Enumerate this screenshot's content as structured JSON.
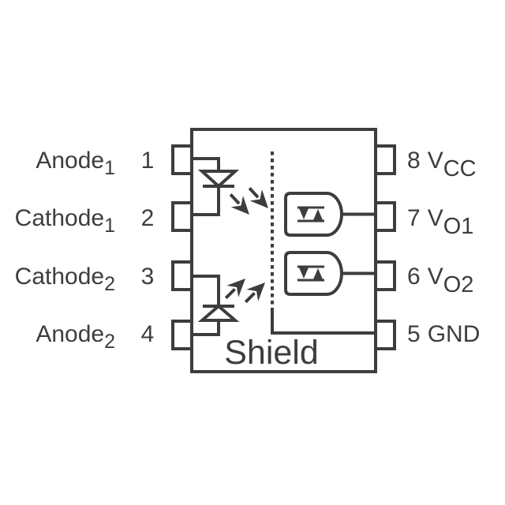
{
  "colors": {
    "ink": "#3d3d3d",
    "background": "#ffffff"
  },
  "package": {
    "shield_label": "Shield",
    "pins_left": [
      {
        "name": "Anode",
        "sub": "1",
        "num": "1"
      },
      {
        "name": "Cathode",
        "sub": "1",
        "num": "2"
      },
      {
        "name": "Cathode",
        "sub": "2",
        "num": "3"
      },
      {
        "name": "Anode",
        "sub": "2",
        "num": "4"
      }
    ],
    "pins_right": [
      {
        "num": "8",
        "name": "V",
        "sub": "CC"
      },
      {
        "num": "7",
        "name": "V",
        "sub": "O1"
      },
      {
        "num": "6",
        "name": "V",
        "sub": "O2"
      },
      {
        "num": "5",
        "name": "GND",
        "sub": ""
      }
    ]
  }
}
